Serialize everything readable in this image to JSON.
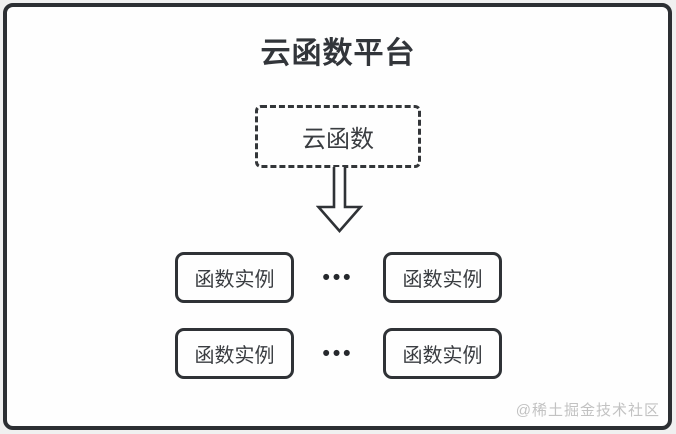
{
  "page": {
    "title": "云函数平台",
    "outer_bg_color": "#f0f0f0",
    "frame_border_color": "#2c2f33",
    "frame_bg_color": "#fefefe"
  },
  "diagram": {
    "root_node": {
      "label": "云函数",
      "border_style": "dashed"
    },
    "arrow_icon": "down-arrow",
    "instance_rows": [
      {
        "left_label": "函数实例",
        "dots": "•••",
        "right_label": "函数实例"
      },
      {
        "left_label": "函数实例",
        "dots": "•••",
        "right_label": "函数实例"
      }
    ]
  },
  "watermark": {
    "text": "@稀土掘金技术社区",
    "color": "#c2c2c2"
  },
  "colors": {
    "line": "#2f3236",
    "text": "#3a3d41",
    "title_text": "#32353a"
  }
}
